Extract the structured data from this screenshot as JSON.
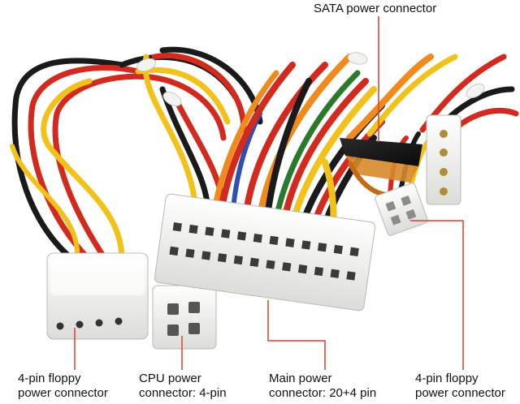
{
  "labels": {
    "sata": "SATA power connector",
    "floppy_left": {
      "line1": "4-pin floppy",
      "line2": "power connector"
    },
    "cpu": {
      "line1": "CPU power",
      "line2": "connector: 4-pin"
    },
    "main": {
      "line1": "Main power",
      "line2": "connector: 20+4 pin"
    },
    "floppy_right": {
      "line1": "4-pin floppy",
      "line2": "power connector"
    }
  },
  "colors": {
    "leader_line": "#e03c2e",
    "connector_white": "#f4f4f2",
    "wire_red": "#d32a1f",
    "wire_yellow": "#f2c21a",
    "wire_black": "#1a1a1a",
    "wire_orange": "#f08a1c"
  }
}
